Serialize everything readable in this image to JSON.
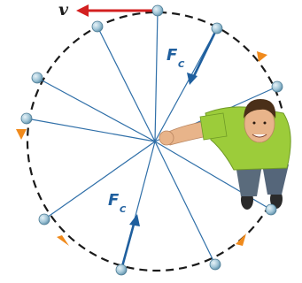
{
  "diagram": {
    "velocity_label": "v",
    "force_labels": [
      {
        "main": "F",
        "sub": "C"
      },
      {
        "main": "F",
        "sub": "C"
      }
    ]
  },
  "colors": {
    "spoke": "#2f6fa8",
    "ball_fill": "#9fc4d6",
    "circle_dash": "#1a1a1a",
    "velocity_arrow": "#d32020",
    "force_arrow": "#1f5f9e",
    "direction_arrow": "#f08a1c",
    "shirt": "#9ccc3a",
    "skin": "#e8b48a",
    "hair": "#4a2f18",
    "pants": "#5a6b7c"
  }
}
